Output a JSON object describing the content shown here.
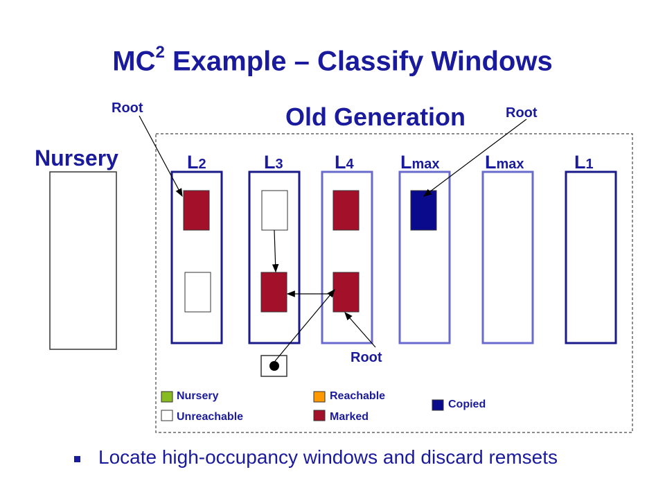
{
  "title": {
    "prefix": "MC",
    "sup": "2",
    "rest": " Example – Classify Windows"
  },
  "old_generation_label": "Old Generation",
  "nursery_label": "Nursery",
  "root_labels": [
    "Root",
    "Root",
    "Root"
  ],
  "windows": [
    {
      "main": "L",
      "sub": "2"
    },
    {
      "main": "L",
      "sub": "3"
    },
    {
      "main": "L",
      "sub": "4"
    },
    {
      "main": "L",
      "sub": "max"
    },
    {
      "main": "L",
      "sub": "max"
    },
    {
      "main": "L",
      "sub": "1"
    }
  ],
  "legend": {
    "nursery": "Nursery",
    "unreachable": "Unreachable",
    "reachable": "Reachable",
    "marked": "Marked",
    "copied": "Copied"
  },
  "colors": {
    "title": "#1a1a9c",
    "window_border": "#1a1a8a",
    "window_border_light": "#6a6acc",
    "marked": "#a3102a",
    "copied": "#0a0a8c",
    "nursery": "#88bb22",
    "reachable": "#ff9900"
  },
  "bullet": "Locate high-occupancy windows and discard remsets"
}
